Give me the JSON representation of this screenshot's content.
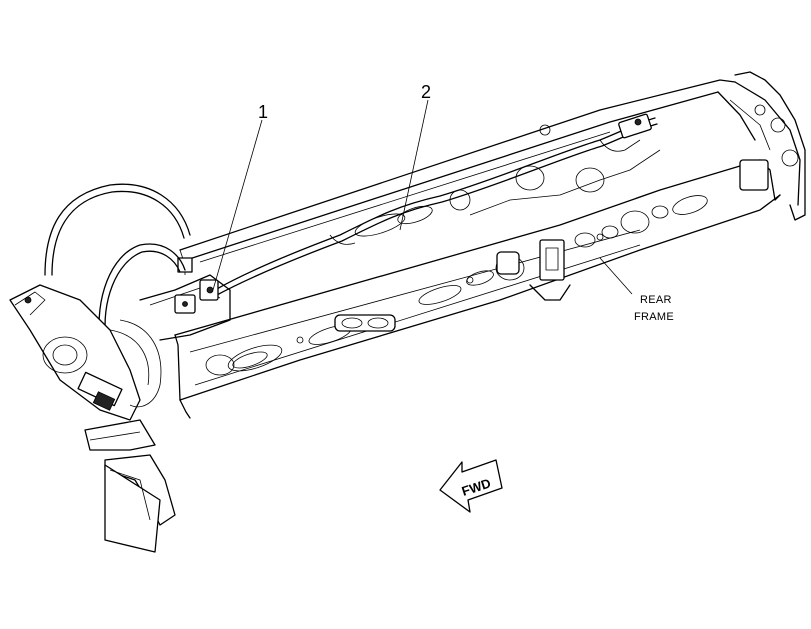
{
  "callouts": [
    {
      "id": "1",
      "text": "1"
    },
    {
      "id": "2",
      "text": "2"
    }
  ],
  "labels": {
    "rear_frame_line1": "REAR",
    "rear_frame_line2": "FRAME",
    "direction": "FWD"
  },
  "colors": {
    "line": "#000000",
    "background": "#ffffff"
  }
}
